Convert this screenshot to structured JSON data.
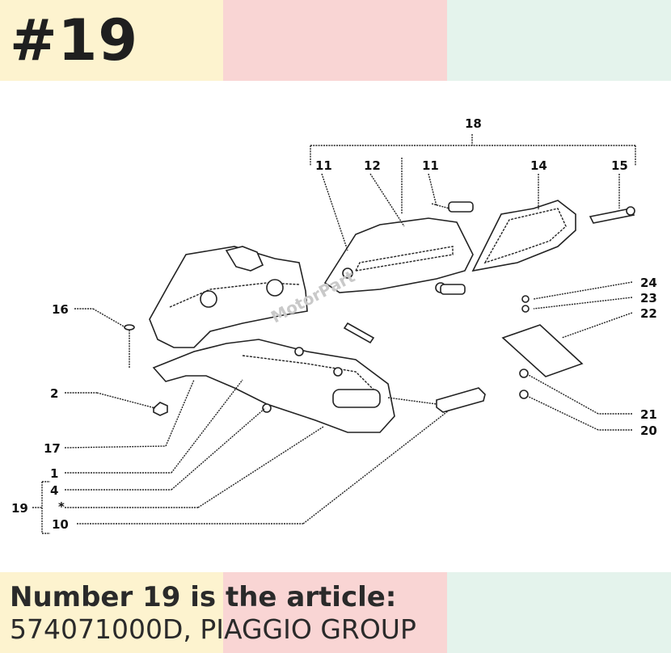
{
  "header": {
    "title": "#19"
  },
  "bands": {
    "colors": [
      "#fdf3cf",
      "#f9d5d4",
      "#e4f3ec"
    ]
  },
  "diagram": {
    "callouts": [
      "18",
      "11",
      "12",
      "11",
      "14",
      "15",
      "24",
      "23",
      "22",
      "16",
      "2",
      "17",
      "21",
      "20",
      "1",
      "4",
      "19",
      "10"
    ],
    "watermark": "MotorPart"
  },
  "caption": {
    "line1": "Number 19 is the article:",
    "line2": "574071000D, PIAGGIO GROUP"
  }
}
